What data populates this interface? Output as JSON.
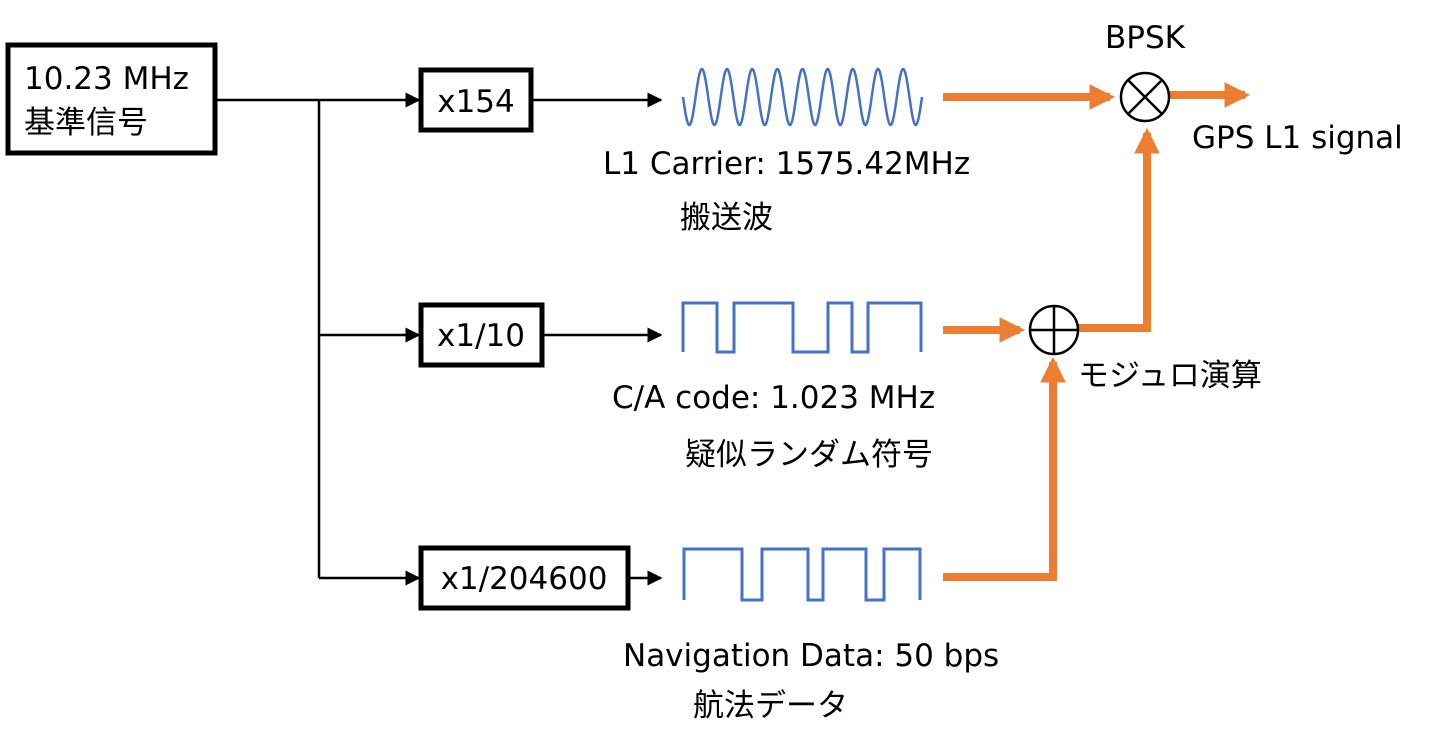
{
  "colors": {
    "line": "#000000",
    "signal_path": "#ED7D31",
    "waveform": "#4472C4",
    "background": "#FFFFFF"
  },
  "reference": {
    "line1": "10.23 MHz",
    "line2": "基準信号"
  },
  "multipliers": {
    "carrier": "x154",
    "ca_code": "x1/10",
    "nav_data": "x1/204600"
  },
  "signals": {
    "carrier": {
      "label": "L1 Carrier: 1575.42MHz",
      "label_ja": "搬送波",
      "waveform": "sine-wave"
    },
    "ca_code": {
      "label": "C/A code: 1.023 MHz",
      "label_ja": "疑似ランダム符号",
      "waveform": "square-wave"
    },
    "nav_data": {
      "label": "Navigation Data: 50 bps",
      "label_ja": "航法データ",
      "waveform": "square-wave"
    }
  },
  "operations": {
    "bpsk": {
      "label": "BPSK",
      "symbol": "multiplier-icon"
    },
    "modulo": {
      "label": "モジュロ演算",
      "symbol": "adder-icon"
    }
  },
  "output": {
    "label": "GPS L1 signal"
  }
}
